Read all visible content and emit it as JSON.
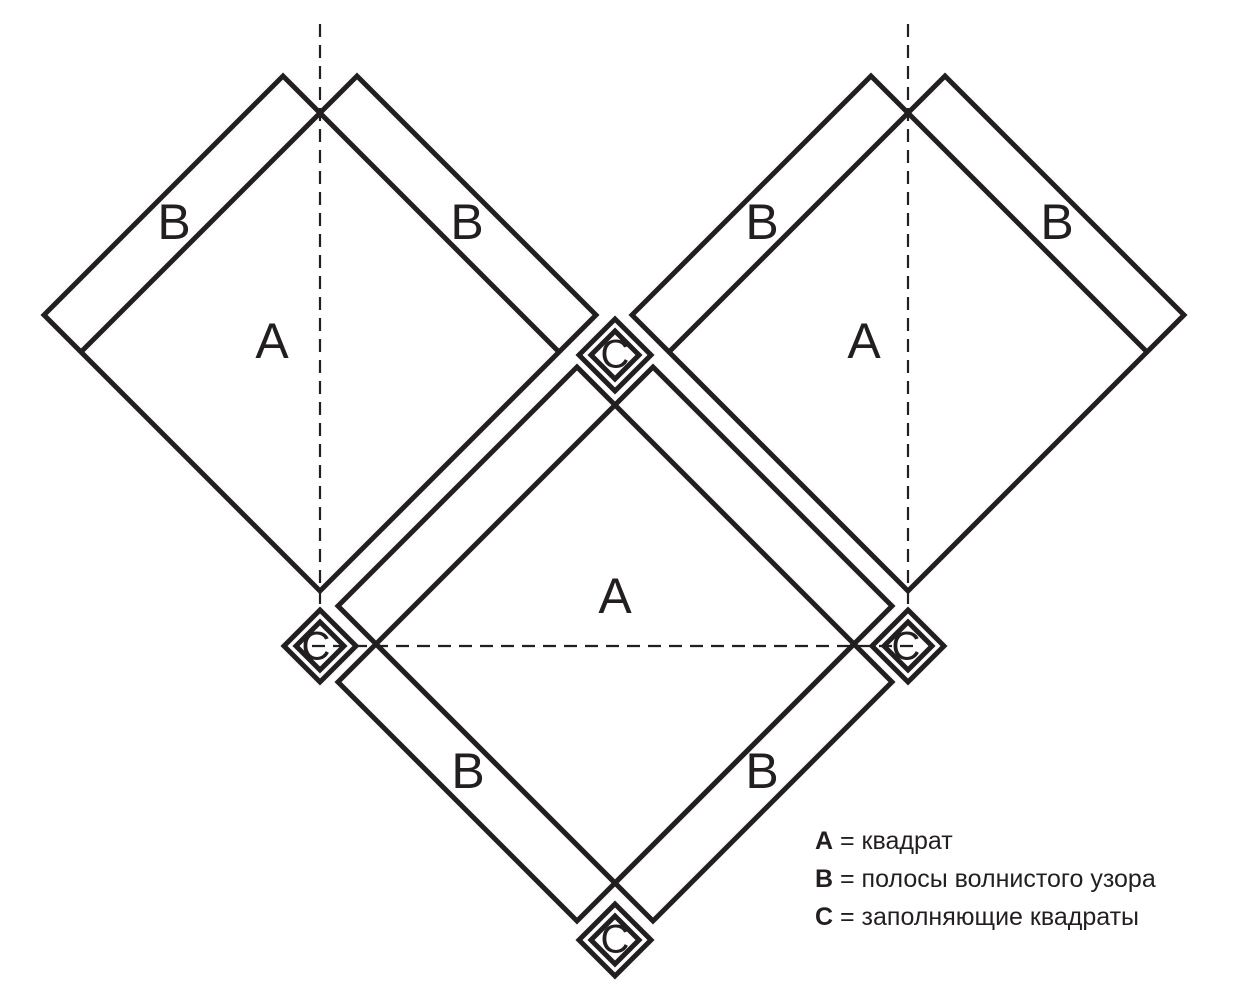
{
  "labels": {
    "a": "A",
    "b": "B",
    "c": "C"
  },
  "legend": [
    {
      "key": "A",
      "text": "= квадрат"
    },
    {
      "key": "B",
      "text": "= полосы волнистого узора"
    },
    {
      "key": "C",
      "text": "= заполняющие квадраты"
    }
  ]
}
